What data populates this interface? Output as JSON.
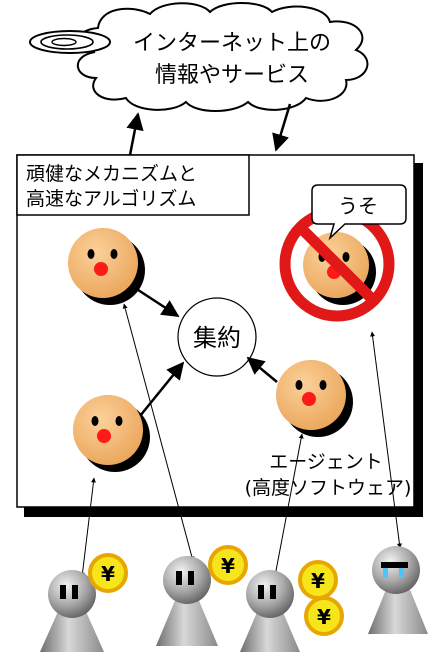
{
  "cloud": {
    "line1": "インターネット上の",
    "line2": "情報やサービス"
  },
  "system": {
    "title_line1": "頑健なメカニズムと",
    "title_line2": "高速なアルゴリズム"
  },
  "hub": {
    "label": "集約"
  },
  "liar": {
    "bubble": "うそ"
  },
  "agent": {
    "label_line1": "エージェント",
    "label_line2": "(高度ソフトウェア)"
  },
  "currency": {
    "symbol": "¥"
  },
  "colors": {
    "face": "#f2b36b",
    "nose": "#ff1a1a",
    "prohibit": "#e01818",
    "coin": "#f5e51a",
    "coin_ring": "#e8a600",
    "user_grey": "#8e8e8e",
    "tear": "#4fc3ff"
  }
}
